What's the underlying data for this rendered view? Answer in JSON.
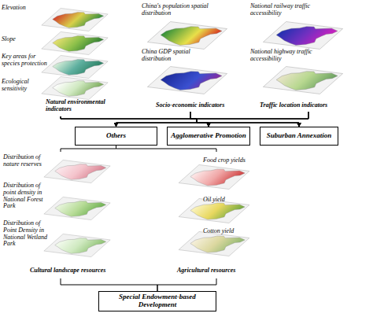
{
  "diagram": {
    "nodes": [
      {
        "text": [
          "Elevation",
          "Slope",
          "Key areas for species protection",
          "Ecological sensitivity",
          "Natural environmental indicators"
        ]
      },
      {
        "text": [
          "China's population spatial distribution",
          "China GDP spatial distribution",
          "Socio-economic indicators"
        ]
      },
      {
        "text": [
          "National railway traffic accessibility",
          "National highway traffic accessibility",
          "Traffic location indicators"
        ]
      },
      {
        "text": [
          "Others"
        ]
      },
      {
        "text": [
          "Agglomerative Promotion"
        ]
      },
      {
        "text": [
          "Suburban Annexation"
        ]
      },
      {
        "text": [
          "Distribution of nature reserves",
          "Distribution of point density in National Forest Park",
          "Distribution of Point Density in National Wetland Park",
          "Cultural landscape resources"
        ]
      },
      {
        "text": [
          "Food crop yields",
          "Oil yield",
          "Cotton yield",
          "Agricultural resources"
        ]
      },
      {
        "text": [
          "Special Endowment-based Development"
        ]
      }
    ],
    "edges": [
      {
        "from": 0,
        "to": 3,
        "arrow": "to"
      },
      {
        "from": 0,
        "to": 4,
        "arrow": "to"
      },
      {
        "from": 0,
        "to": 5,
        "arrow": "to"
      },
      {
        "from": 1,
        "to": 3,
        "arrow": "to"
      },
      {
        "from": 1,
        "to": 4,
        "arrow": "to"
      },
      {
        "from": 1,
        "to": 5,
        "arrow": "to"
      },
      {
        "from": 2,
        "to": 3,
        "arrow": "to"
      },
      {
        "from": 2,
        "to": 4,
        "arrow": "to"
      },
      {
        "from": 2,
        "to": 5,
        "arrow": "to"
      },
      {
        "from": 3,
        "to": 6,
        "arrow": "none"
      },
      {
        "from": 3,
        "to": 7,
        "arrow": "none"
      },
      {
        "from": 6,
        "to": 8,
        "arrow": "none"
      },
      {
        "from": 7,
        "to": 8,
        "arrow": "none"
      }
    ]
  }
}
